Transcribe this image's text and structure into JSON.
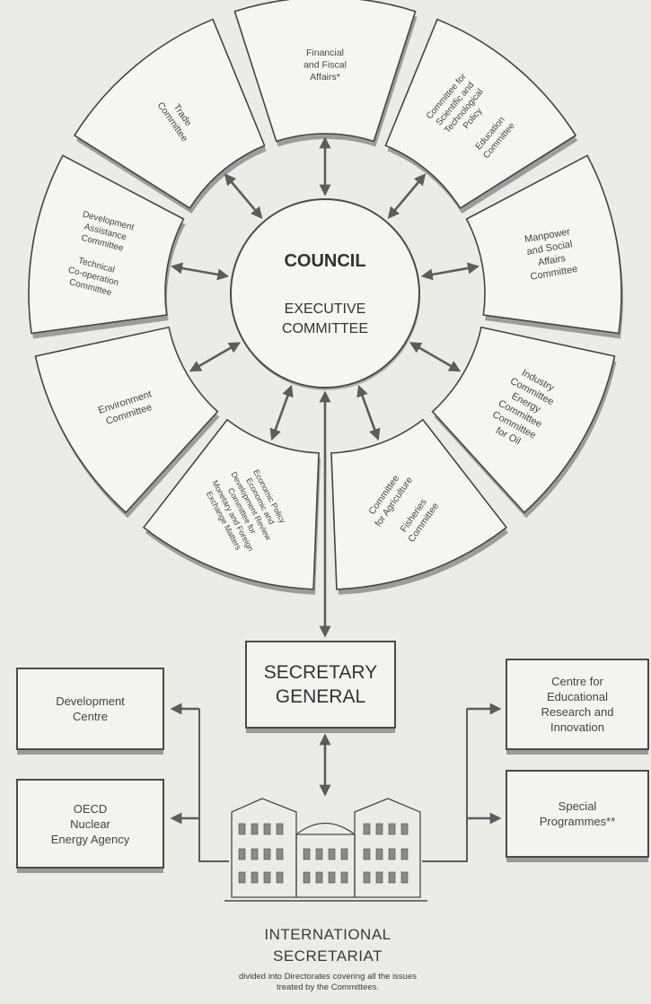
{
  "council": {
    "title": "COUNCIL",
    "subtitle": "EXECUTIVE\nCOMMITTEE"
  },
  "committees": [
    {
      "id": "financial",
      "label": "Financial\nand Fiscal\nAffairs*"
    },
    {
      "id": "science-education",
      "label": "Committee for\nScientific and\nTechnological\nPolicy\n\nEducation\nCommittee"
    },
    {
      "id": "manpower",
      "label": "Manpower\nand Social\nAffairs\nCommittee"
    },
    {
      "id": "industry-energy",
      "label": "Industry\nCommittee\nEnergy\nCommittee\nCommittee\nfor Oil"
    },
    {
      "id": "agriculture-fisheries",
      "label": "Committee\nfor Agriculture\n\nFisheries\nCommittee"
    },
    {
      "id": "economic",
      "label": "Economic Policy\nEconomic and\nDevelopment Review\nCommittee for\nMonetary and Foreign\nExchange Matters"
    },
    {
      "id": "environment",
      "label": "Environment\nCommittee"
    },
    {
      "id": "development-assistance",
      "label": "Development\nAssistance\nCommittee\n\nTechnical\nCo-operation\nCommittee"
    },
    {
      "id": "trade",
      "label": "Trade\nCommittee"
    }
  ],
  "secretary_general": "SECRETARY\nGENERAL",
  "side_boxes": {
    "development_centre": "Development\nCentre",
    "nuclear_agency": "OECD\nNuclear\nEnergy Agency",
    "ceri": "Centre for\nEducational\nResearch and\nInnovation",
    "special": "Special\nProgrammes**"
  },
  "secretariat": {
    "title": "INTERNATIONAL\nSECRETARIAT",
    "note": "divided into Directorates covering all the issues\ntreated by the Committees."
  }
}
